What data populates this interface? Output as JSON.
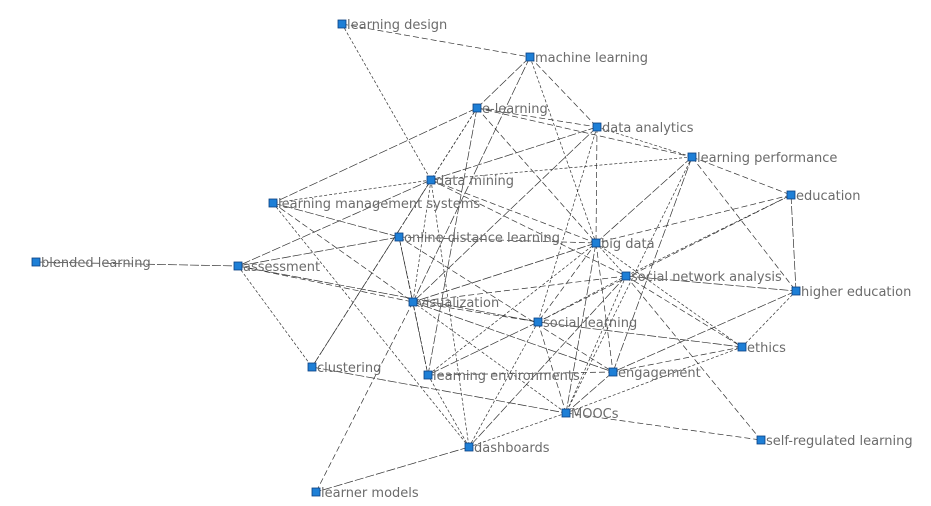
{
  "nodes": [
    {
      "id": "learning-design",
      "label": "learning design"
    },
    {
      "id": "machine-learning",
      "label": "machine learning"
    },
    {
      "id": "e-learning",
      "label": "e-learning"
    },
    {
      "id": "data-analytics",
      "label": "data analytics"
    },
    {
      "id": "learning-performance",
      "label": "learning performance"
    },
    {
      "id": "education",
      "label": "education"
    },
    {
      "id": "data-mining",
      "label": "data mining"
    },
    {
      "id": "learning-management-systems",
      "label": "learning management systems"
    },
    {
      "id": "online-distance-learning",
      "label": "online distance learning"
    },
    {
      "id": "big-data",
      "label": "big data"
    },
    {
      "id": "blended-learning",
      "label": "blended learning"
    },
    {
      "id": "assessment",
      "label": "assessment"
    },
    {
      "id": "social-network-analysis",
      "label": "social network analysis"
    },
    {
      "id": "higher-education",
      "label": "higher education"
    },
    {
      "id": "visualization",
      "label": "visualization"
    },
    {
      "id": "social-learning",
      "label": "social learning"
    },
    {
      "id": "ethics",
      "label": "ethics"
    },
    {
      "id": "clustering",
      "label": "clustering"
    },
    {
      "id": "learning-environments",
      "label": "learning environments"
    },
    {
      "id": "engagement",
      "label": "engagement"
    },
    {
      "id": "moocs",
      "label": "MOOCs"
    },
    {
      "id": "self-regulated-learning",
      "label": "self-regulated learning"
    },
    {
      "id": "dashboards",
      "label": "dashboards"
    },
    {
      "id": "learner-models",
      "label": "learner models"
    }
  ],
  "edges": [
    [
      "learning-design",
      "machine-learning"
    ],
    [
      "learning-design",
      "data-mining"
    ],
    [
      "machine-learning",
      "e-learning"
    ],
    [
      "machine-learning",
      "data-analytics"
    ],
    [
      "machine-learning",
      "big-data"
    ],
    [
      "machine-learning",
      "visualization"
    ],
    [
      "e-learning",
      "data-analytics"
    ],
    [
      "e-learning",
      "data-mining"
    ],
    [
      "e-learning",
      "learning-management-systems"
    ],
    [
      "e-learning",
      "big-data"
    ],
    [
      "e-learning",
      "clustering"
    ],
    [
      "e-learning",
      "learning-environments"
    ],
    [
      "e-learning",
      "learning-performance"
    ],
    [
      "data-analytics",
      "learning-performance"
    ],
    [
      "data-analytics",
      "data-mining"
    ],
    [
      "data-analytics",
      "big-data"
    ],
    [
      "data-analytics",
      "social-learning"
    ],
    [
      "data-analytics",
      "visualization"
    ],
    [
      "learning-performance",
      "education"
    ],
    [
      "learning-performance",
      "data-mining"
    ],
    [
      "learning-performance",
      "big-data"
    ],
    [
      "learning-performance",
      "higher-education"
    ],
    [
      "learning-performance",
      "moocs"
    ],
    [
      "learning-performance",
      "engagement"
    ],
    [
      "education",
      "big-data"
    ],
    [
      "education",
      "social-network-analysis"
    ],
    [
      "education",
      "higher-education"
    ],
    [
      "education",
      "social-learning"
    ],
    [
      "data-mining",
      "learning-management-systems"
    ],
    [
      "data-mining",
      "assessment"
    ],
    [
      "data-mining",
      "big-data"
    ],
    [
      "data-mining",
      "visualization"
    ],
    [
      "data-mining",
      "clustering"
    ],
    [
      "data-mining",
      "social-network-analysis"
    ],
    [
      "data-mining",
      "dashboards"
    ],
    [
      "learning-management-systems",
      "online-distance-learning"
    ],
    [
      "learning-management-systems",
      "visualization"
    ],
    [
      "learning-management-systems",
      "dashboards"
    ],
    [
      "online-distance-learning",
      "assessment"
    ],
    [
      "online-distance-learning",
      "big-data"
    ],
    [
      "online-distance-learning",
      "visualization"
    ],
    [
      "online-distance-learning",
      "learning-environments"
    ],
    [
      "online-distance-learning",
      "engagement"
    ],
    [
      "big-data",
      "social-network-analysis"
    ],
    [
      "big-data",
      "visualization"
    ],
    [
      "big-data",
      "social-learning"
    ],
    [
      "big-data",
      "ethics"
    ],
    [
      "big-data",
      "moocs"
    ],
    [
      "big-data",
      "engagement"
    ],
    [
      "big-data",
      "learning-environments"
    ],
    [
      "blended-learning",
      "assessment"
    ],
    [
      "assessment",
      "visualization"
    ],
    [
      "assessment",
      "clustering"
    ],
    [
      "assessment",
      "social-learning"
    ],
    [
      "social-network-analysis",
      "visualization"
    ],
    [
      "social-network-analysis",
      "social-learning"
    ],
    [
      "social-network-analysis",
      "higher-education"
    ],
    [
      "social-network-analysis",
      "ethics"
    ],
    [
      "social-network-analysis",
      "moocs"
    ],
    [
      "social-network-analysis",
      "dashboards"
    ],
    [
      "social-network-analysis",
      "self-regulated-learning"
    ],
    [
      "higher-education",
      "ethics"
    ],
    [
      "higher-education",
      "engagement"
    ],
    [
      "visualization",
      "social-learning"
    ],
    [
      "visualization",
      "learning-environments"
    ],
    [
      "visualization",
      "engagement"
    ],
    [
      "visualization",
      "learner-models"
    ],
    [
      "visualization",
      "moocs"
    ],
    [
      "social-learning",
      "ethics"
    ],
    [
      "social-learning",
      "moocs"
    ],
    [
      "social-learning",
      "dashboards"
    ],
    [
      "social-learning",
      "learning-environments"
    ],
    [
      "ethics",
      "engagement"
    ],
    [
      "ethics",
      "moocs"
    ],
    [
      "clustering",
      "moocs"
    ],
    [
      "learning-environments",
      "engagement"
    ],
    [
      "learning-environments",
      "dashboards"
    ],
    [
      "engagement",
      "moocs"
    ],
    [
      "moocs",
      "self-regulated-learning"
    ],
    [
      "moocs",
      "dashboards"
    ],
    [
      "dashboards",
      "learner-models"
    ]
  ]
}
